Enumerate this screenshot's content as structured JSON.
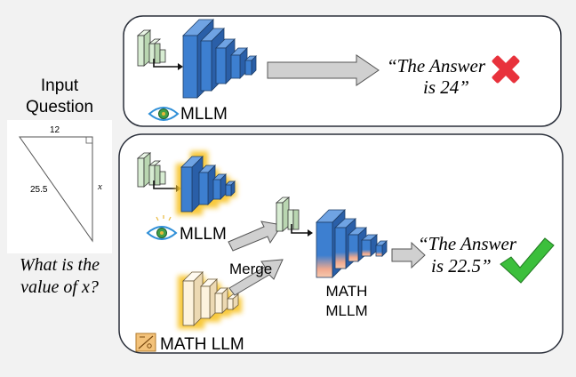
{
  "input": {
    "title_line1": "Input",
    "title_line2": "Question",
    "triangle": {
      "top_side": "12",
      "hypotenuse": "25.5",
      "right_side": "x"
    },
    "question_line1": "What is the",
    "question_line2": "value of x?"
  },
  "top_panel": {
    "model_label": "MLLM",
    "answer_line1": "“The Answer",
    "answer_line2": "is 24”",
    "result_icon": "cross-icon",
    "result_color": "#e8323c"
  },
  "bottom_panel": {
    "mllm_label": "MLLM",
    "math_llm_label": "MATH LLM",
    "merge_label": "Merge",
    "merged_label_line1": "MATH",
    "merged_label_line2": "MLLM",
    "answer_line1": "“The Answer",
    "answer_line2": "is 22.5”",
    "result_icon": "checkmark-icon",
    "result_color": "#3cbf3c"
  },
  "colors": {
    "blue_block": "#3d7fd0",
    "green_block": "#d7ecd2",
    "cream_block": "#fdf3de",
    "glow": "#f8c630",
    "arrow": "#cfcfcf",
    "panel_border": "#2a2f3a"
  }
}
